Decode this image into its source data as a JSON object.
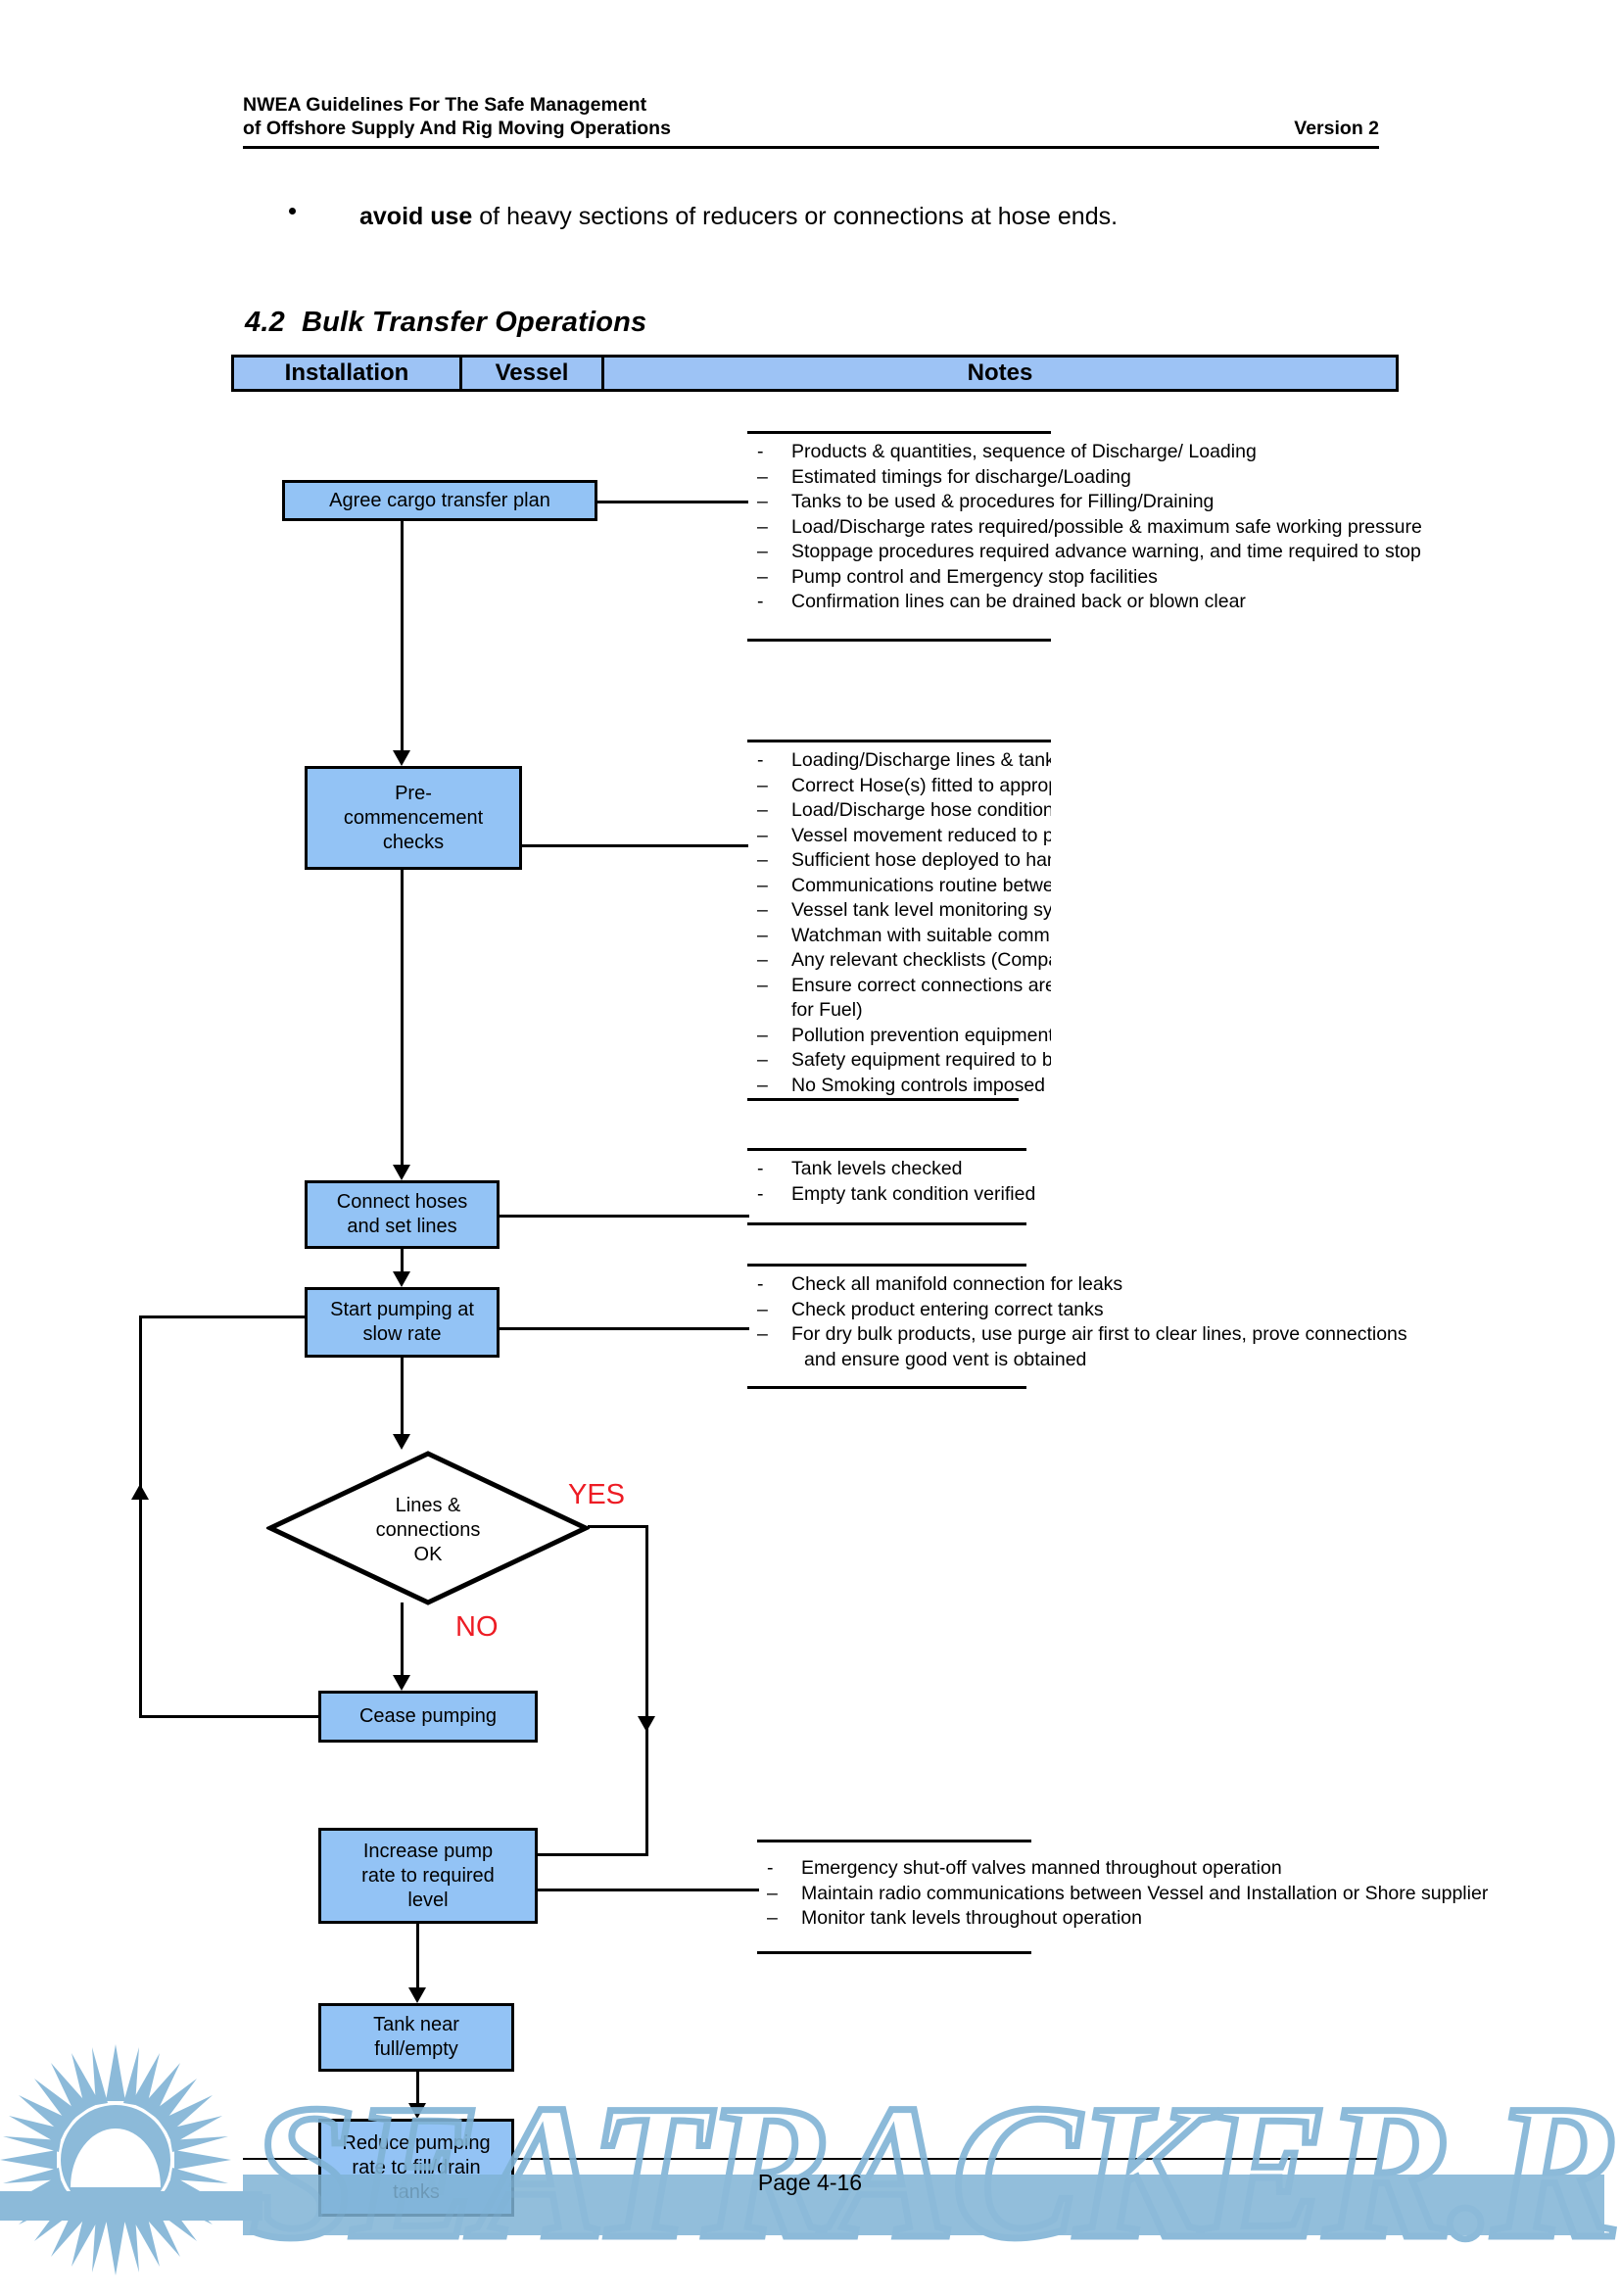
{
  "header": {
    "title_lines": "NWEA Guidelines For The Safe Management\nof Offshore Supply And Rig Moving Operations",
    "version": "Version 2"
  },
  "bullet": {
    "bold_lead": "avoid use",
    "rest": " of heavy sections of reducers or connections at hose ends."
  },
  "section": {
    "number": "4.2",
    "title": "Bulk Transfer Operations"
  },
  "table_header": {
    "col1": "Installation",
    "col2": "Vessel",
    "col3": "Notes"
  },
  "flowchart": {
    "boxes": [
      {
        "id": "agree-cargo-transfer-plan",
        "label": "Agree cargo transfer plan"
      },
      {
        "id": "pre-commencement-checks",
        "label": "Pre-\ncommencement\nchecks"
      },
      {
        "id": "connect-hoses-and-set-lines",
        "label": "Connect hoses\nand set lines"
      },
      {
        "id": "start-pumping-at-slow-rate",
        "label": "Start pumping at\nslow rate"
      },
      {
        "id": "cease-pumping",
        "label": "Cease pumping"
      },
      {
        "id": "increase-pump-rate",
        "label": "Increase pump\nrate to required\nlevel"
      },
      {
        "id": "tank-near-full-empty",
        "label": "Tank near\nfull/empty"
      },
      {
        "id": "reduce-pumping-rate",
        "label": "Reduce pumping\nrate to fill/drain\ntanks"
      }
    ],
    "decision": {
      "id": "lines-connections-ok",
      "label": "Lines &\nconnections\nOK"
    },
    "branch_yes": "YES",
    "branch_no": "NO",
    "branch_color": "#ED1C24"
  },
  "notes": {
    "agree_cargo_transfer_plan": [
      "Products & quantities, sequence of Discharge/ Loading",
      "Estimated timings for discharge/Loading",
      "Tanks to be used & procedures for Filling/Draining",
      "Load/Discharge rates required/possible & maximum safe working pressure",
      "Stoppage procedures required advance warning, and time required to stop",
      "Pump control and Emergency stop facilities",
      "Confirmation lines can be drained back or blown clear"
    ],
    "pre_commencement_checks": [
      "Loading/Discharge lines & tank valves correctly set",
      "Correct Hose(s) fitted to appropriate coupling(s)",
      "Load/Discharge hose condition",
      "Vessel movement reduced to prevents strain on hose(s)",
      "Sufficient hose deployed to handle ranging of vessel",
      "Communications routine between all parties established",
      "Vessel tank level monitoring system is proven",
      "Watchman with suitable communication equipment on duty at deck manifold",
      "Any relevant checklists (Company/dangerous goods)reviewed and signed off",
      "Ensure correct connections are used (hammer lug fittings should not be used",
      "for Fuel)",
      "Pollution prevention equipment and procedures in place",
      "Safety equipment required to be available (Fire extinguishers /hoses/BA sets)",
      "No Smoking controls imposed"
    ],
    "connect_hoses": [
      "Tank levels checked",
      "Empty tank condition verified"
    ],
    "start_pumping": [
      "Check all manifold connection for leaks",
      "Check product entering correct tanks",
      "For dry bulk products, use purge air first to clear lines, prove connections",
      "and ensure good vent is obtained"
    ],
    "increase_pump_rate": [
      "Emergency shut-off valves manned throughout operation",
      "Maintain radio communications between Vessel and Installation or Shore supplier",
      "Monitor tank levels throughout operation"
    ]
  },
  "watermark": {
    "text": "SEATRACKER.RU",
    "color": "#7FB3D5"
  },
  "footer": {
    "page": "Page 4-16"
  },
  "colors": {
    "box_fill": "#93C3F5",
    "table_header_fill": "#9DC3F5",
    "line": "#000000"
  }
}
